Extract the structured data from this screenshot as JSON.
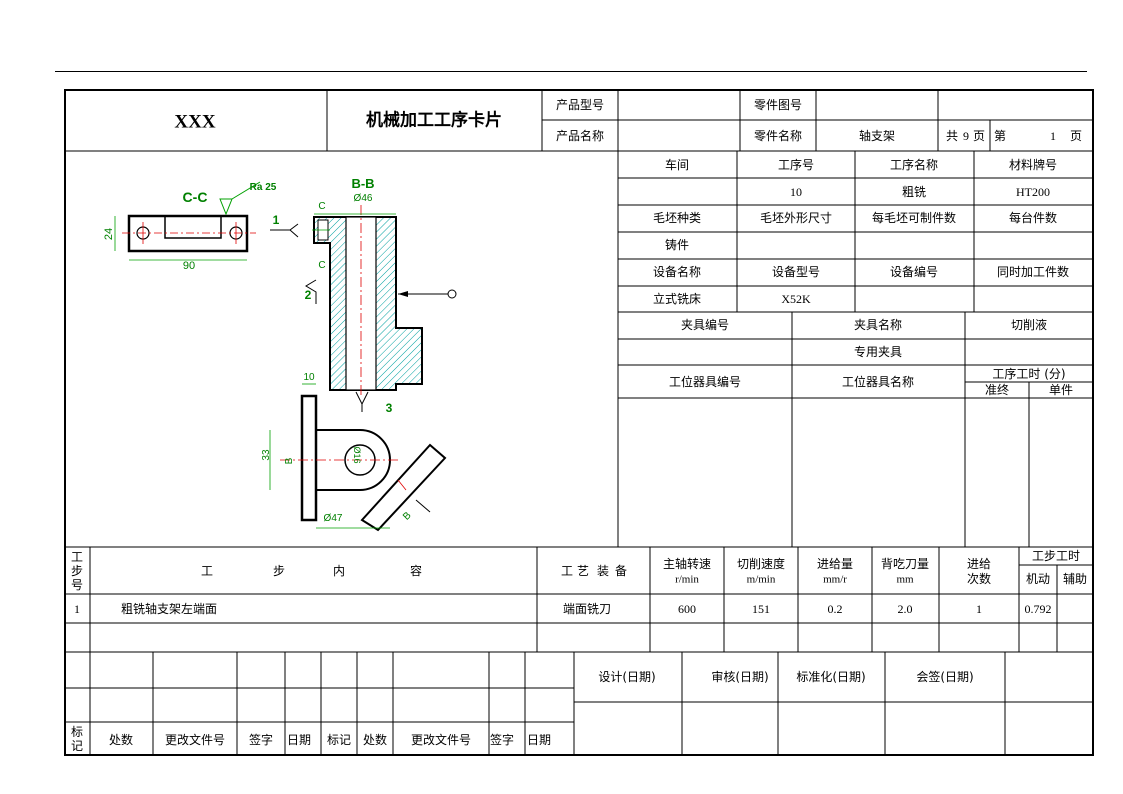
{
  "header": {
    "company": "XXX",
    "card_title": "机械加工工序卡片",
    "product_model_label": "产品型号",
    "product_model_value": "",
    "part_drawing_no_label": "零件图号",
    "part_drawing_no_value": "",
    "product_name_label": "产品名称",
    "product_name_value": "",
    "part_name_label": "零件名称",
    "part_name_value": "轴支架",
    "total_label": "共",
    "total_pages": "9",
    "page_unit": "页",
    "page_label": "第",
    "page_no": "1",
    "page_unit2": "页"
  },
  "process_info": {
    "workshop_label": "车间",
    "workshop_value": "",
    "op_no_label": "工序号",
    "op_no_value": "10",
    "op_name_label": "工序名称",
    "op_name_value": "粗铣",
    "material_label": "材料牌号",
    "material_value": "HT200",
    "blank_type_label": "毛坯种类",
    "blank_type_value": "铸件",
    "blank_size_label": "毛坯外形尺寸",
    "blank_size_value": "",
    "parts_per_blank_label": "每毛坯可制件数",
    "parts_per_blank_value": "",
    "parts_per_unit_label": "每台件数",
    "parts_per_unit_value": "",
    "equipment_name_label": "设备名称",
    "equipment_name_value": "立式铣床",
    "equipment_model_label": "设备型号",
    "equipment_model_value": "X52K",
    "equipment_no_label": "设备编号",
    "equipment_no_value": "",
    "simultaneous_label": "同时加工件数",
    "simultaneous_value": "",
    "fixture_no_label": "夹具编号",
    "fixture_no_value": "",
    "fixture_name_label": "夹具名称",
    "fixture_name_value": "专用夹具",
    "coolant_label": "切削液",
    "coolant_value": "",
    "station_tool_no_label": "工位器具编号",
    "station_tool_name_label": "工位器具名称",
    "op_time_label": "工序工时 (分)",
    "prep_label": "准终",
    "unit_label": "单件"
  },
  "drawing": {
    "cc_label": "C-C",
    "bb_label": "B-B",
    "ra_label": "Ra 25",
    "dim_24": "24",
    "dim_90": "90",
    "dim_phi46": "Ø46",
    "dim_10": "10",
    "dim_33": "33",
    "dim_phi47": "Ø47",
    "dim_phi16": "Ø16",
    "sec_c": "C",
    "sec_b": "B",
    "loc_1": "1",
    "loc_2": "2",
    "loc_3": "3"
  },
  "steps": {
    "headers": {
      "step_no": "工步号",
      "content_chars": [
        "工",
        "步",
        "内",
        "容"
      ],
      "equipment_chars": [
        "工",
        "艺",
        "装",
        "备"
      ],
      "spindle_speed": "主轴转速",
      "spindle_unit": "r/min",
      "cutting_speed": "切削速度",
      "cutting_unit": "m/min",
      "feed": "进给量",
      "feed_unit": "mm/r",
      "depth": "背吃刀量",
      "depth_unit": "mm",
      "feed_times_1": "进给",
      "feed_times_2": "次数",
      "step_time": "工步工时",
      "machine_time": "机动",
      "aux_time": "辅助"
    },
    "rows": [
      {
        "no": "1",
        "content": "粗铣轴支架左端面",
        "equipment": "端面铣刀",
        "spindle": "600",
        "cutting": "151",
        "feed": "0.2",
        "depth": "2.0",
        "times": "1",
        "machine": "0.792",
        "aux": ""
      }
    ]
  },
  "footer": {
    "mark": "标记",
    "count": "处数",
    "doc_no": "更改文件号",
    "sign": "签字",
    "date": "日期",
    "mark2": "标记",
    "count2": "处数",
    "doc_no2": "更改文件号",
    "sign2": "签字",
    "date2": "日期",
    "design": "设计(日期)",
    "review": "审核(日期)",
    "standard": "标准化(日期)",
    "countersign": "会签(日期)"
  },
  "colors": {
    "hatch": "#00a0a0",
    "outline": "#000000",
    "dimension": "#00a000",
    "centerline": "#e00000",
    "label": "#008000"
  }
}
